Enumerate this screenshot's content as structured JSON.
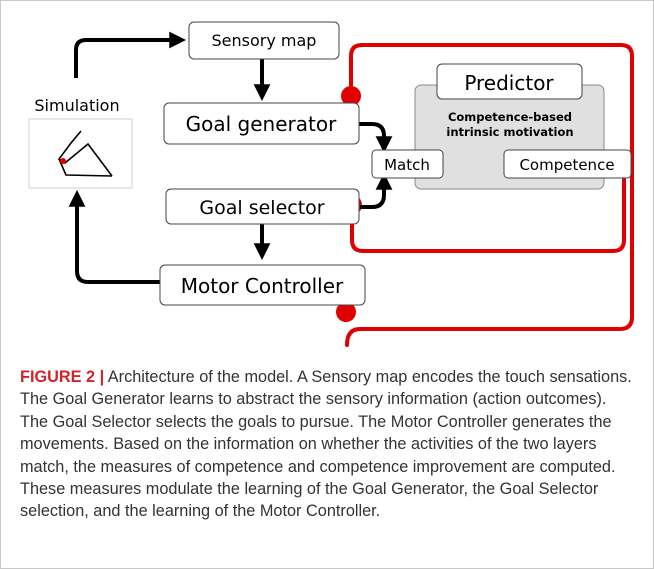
{
  "diagram": {
    "nodes": {
      "sensory_map": "Sensory map",
      "simulation": "Simulation",
      "goal_generator": "Goal generator",
      "goal_selector": "Goal selector",
      "motor_controller": "Motor Controller",
      "predictor": "Predictor",
      "competence_label_line1": "Competence-based",
      "competence_label_line2": "intrinsic motivation",
      "match": "Match",
      "competence": "Competence"
    },
    "colors": {
      "arrow": "#000000",
      "feedback": "#e00000",
      "panel": "#e0e0e0"
    }
  },
  "caption": {
    "label": "FIGURE 2 |",
    "text": " Architecture of the model. A Sensory map encodes the touch sensations. The Goal Generator learns to abstract the sensory information (action outcomes). The Goal Selector selects the goals to pursue. The Motor Controller generates the movements. Based on the information on whether the activities of the two layers match, the measures of competence and competence improvement are computed. These measures modulate the learning of the Goal Generator, the Goal Selector selection, and the learning of the Motor Controller."
  }
}
